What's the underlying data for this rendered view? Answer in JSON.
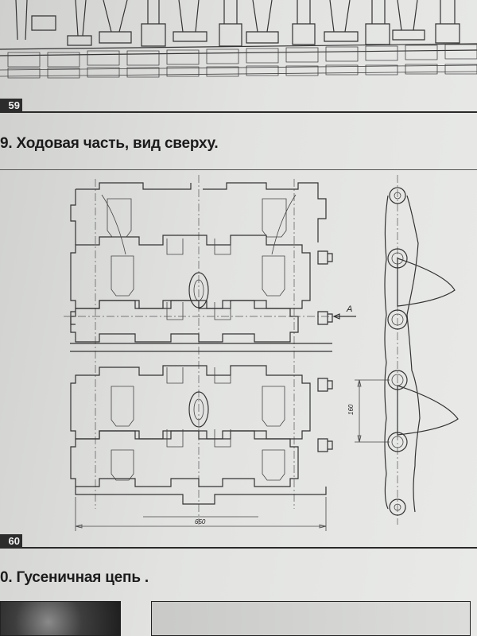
{
  "figure_59": {
    "number": "59"
  },
  "figure_59_caption": "9. Ходовая часть, вид сверху.",
  "figure_60": {
    "number": "60",
    "dimension_width": "650",
    "dimension_pitch": "160",
    "view_label": "A"
  },
  "figure_60_caption": "0. Гусеничная цепь ."
}
